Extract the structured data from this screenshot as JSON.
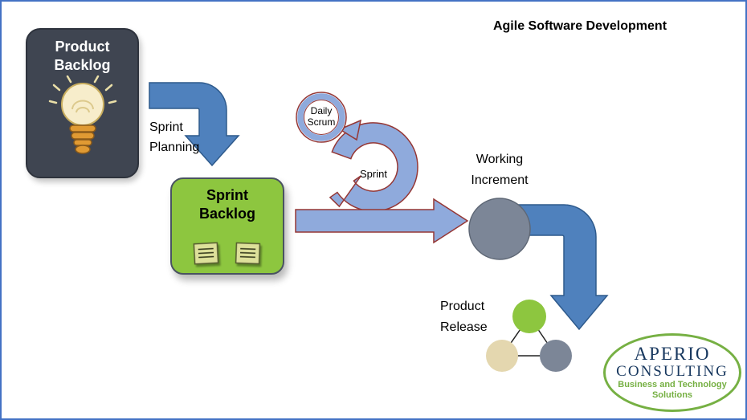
{
  "title": "Agile Software Development",
  "diagram": {
    "product_backlog": {
      "line1": "Product",
      "line2": "Backlog"
    },
    "sprint_planning": {
      "line1": "Sprint",
      "line2": "Planning"
    },
    "sprint_backlog": {
      "line1": "Sprint",
      "line2": "Backlog"
    },
    "daily_scrum": {
      "line1": "Daily",
      "line2": "Scrum"
    },
    "sprint_loop_label": "Sprint",
    "working_increment": {
      "line1": "Working",
      "line2": "Increment"
    },
    "product_release": {
      "line1": "Product",
      "line2": "Release"
    }
  },
  "logo": {
    "line1": "APERIO",
    "line2": "CONSULTING",
    "tagline1": "Business and Technology",
    "tagline2": "Solutions"
  },
  "colors": {
    "frame-blue": "#4472C4",
    "arrow-blue": "#4F81BD",
    "arrow-blue-dark": "#2E5A8C",
    "loop-blue": "#8FAADC",
    "loop-outline": "#953735",
    "box-dark": "#3F4551",
    "box-green": "#8DC63F",
    "circle-gray": "#7C8697",
    "circle-tan": "#E4D7AF",
    "logo-green": "#76B043",
    "logo-navy": "#17375E"
  }
}
